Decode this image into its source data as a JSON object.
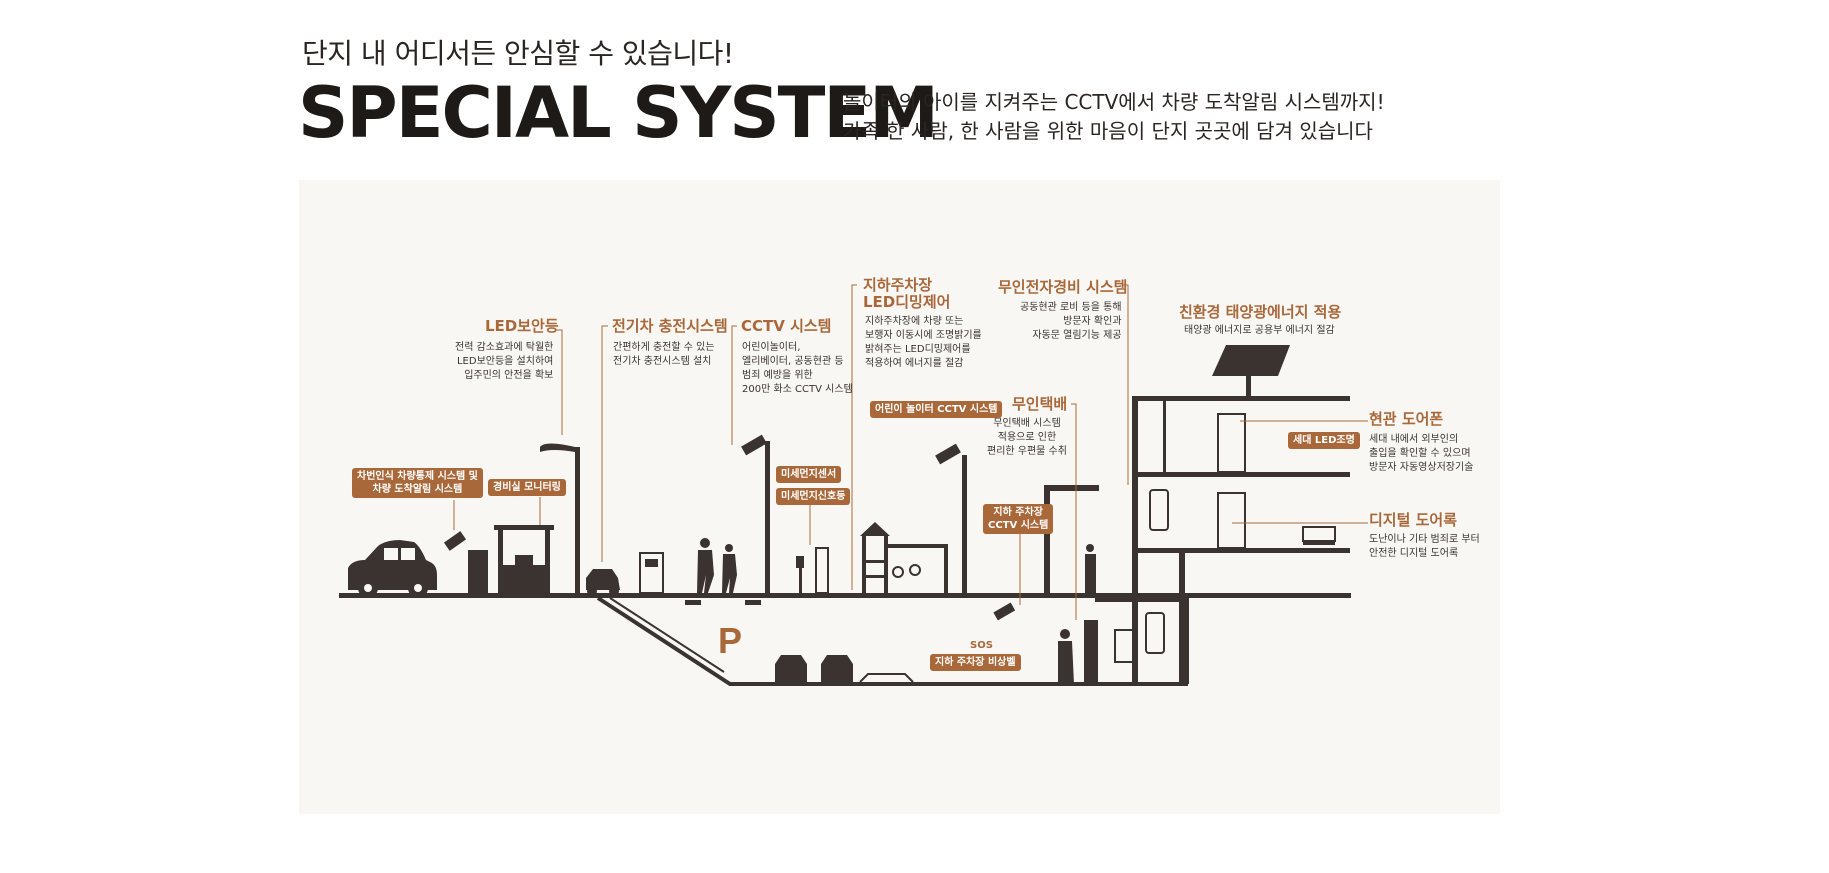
{
  "header": {
    "kicker": "단지 내 어디서든 안심할 수 있습니다!",
    "title": "SPECIAL SYSTEM",
    "subtitle_line1": "놀이터의 아이를 지켜주는 CCTV에서 차량 도착알림 시스템까지!",
    "subtitle_line2": "가족 한 사람, 한 사람을 위한 마음이 단지 곳곳에 담겨 있습니다"
  },
  "colors": {
    "accent": "#a8683a",
    "ink": "#3a3330",
    "panel_bg": "#f9f7f4"
  },
  "features": {
    "led_security": {
      "title": "LED보안등",
      "desc": [
        "전력 감소효과에 탁월한",
        "LED보안등을 설치하여",
        "입주민의 안전을 확보"
      ]
    },
    "ev_charging": {
      "title": "전기차 충전시스템",
      "desc": [
        "간편하게 충전할 수 있는",
        "전기차 충전시스템 설치"
      ]
    },
    "cctv": {
      "title": "CCTV 시스템",
      "desc": [
        "어린이놀이터,",
        "엘리베이터, 공동현관 등",
        "범죄 예방을 위한",
        "200만 화소 CCTV 시스템"
      ]
    },
    "parking_led": {
      "title_line1": "지하주차장",
      "title_line2": "LED디밍제어",
      "desc": [
        "지하주차장에 차량 또는",
        "보행자 이동시에 조명밝기를",
        "밝혀주는 LED디밍제어를",
        "적용하여 에너지를 절감"
      ]
    },
    "unmanned_security": {
      "title": "무인전자경비 시스템",
      "desc": [
        "공동현관 로비 등을 통해",
        "방문자 확인과",
        "자동문 열림기능 제공"
      ]
    },
    "solar": {
      "title": "친환경 태양광에너지 적용",
      "desc": [
        "태양광 에너지로 공용부 에너지 절감"
      ]
    },
    "delivery": {
      "title": "무인택배",
      "desc": [
        "무인택배 시스템",
        "적용으로 인한",
        "편리한 우편물 수취"
      ]
    },
    "entrance_phone": {
      "title": "현관 도어폰",
      "desc": [
        "세대 내에서 외부인의",
        "출입을 확인할 수 있으며",
        "방문자 자동영상저장기술"
      ]
    },
    "digital_lock": {
      "title": "디지털 도어록",
      "desc": [
        "도난이나 기타 범죄로 부터",
        "안전한 디지털 도어록"
      ]
    }
  },
  "tags": {
    "plate_recognition_line1": "차번인식 차량통제 시스템 및",
    "plate_recognition_line2": "차량 도착알림 시스템",
    "guard_monitoring": "경비실 모니터링",
    "fine_dust_sensor": "미세먼지센서",
    "fine_dust_signal": "미세먼지신호등",
    "playground_cctv": "어린이 놀이터 CCTV 시스템",
    "parking_cctv_line1": "지하 주차장",
    "parking_cctv_line2": "CCTV 시스템",
    "parking_emergency_bell": "지하 주차장 비상벨",
    "household_led": "세대 LED조명"
  },
  "glyphs": {
    "parking": "P",
    "sos": "SOS"
  }
}
